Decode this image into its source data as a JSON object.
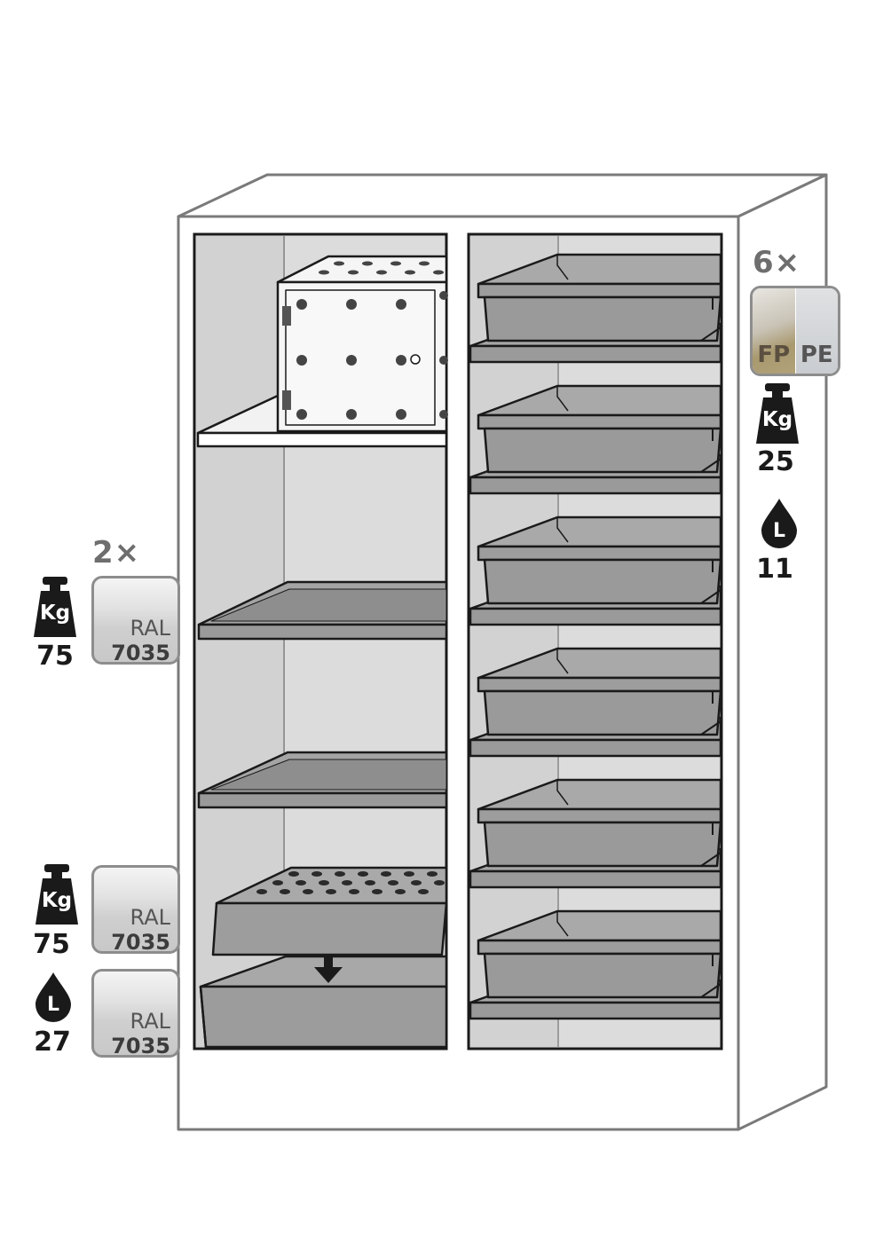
{
  "left_panel": {
    "shelves": {
      "multiplier": "2×",
      "weight_icon_text": "Kg",
      "weight": "75",
      "ral_label": "RAL",
      "ral_code": "7035"
    },
    "sump": {
      "weight_icon_text": "Kg",
      "weight": "75",
      "ral_label": "RAL",
      "ral_code": "7035",
      "capacity_icon_text": "L",
      "capacity": "27",
      "ral_label_2": "RAL",
      "ral_code_2": "7035"
    }
  },
  "right_panel": {
    "trays": {
      "multiplier": "6×",
      "material_left": "FP",
      "material_right": "PE",
      "weight_icon_text": "Kg",
      "weight": "25",
      "capacity_icon_text": "L",
      "capacity": "11"
    }
  },
  "colors": {
    "outline": "#1a1a1a",
    "steel": "#9e9e9e",
    "interior": "#dcdcdc",
    "cabinet_line": "#7a7a7a"
  },
  "icons": [
    "weight-kg-icon",
    "liquid-drop-l-icon",
    "down-arrow-icon"
  ]
}
